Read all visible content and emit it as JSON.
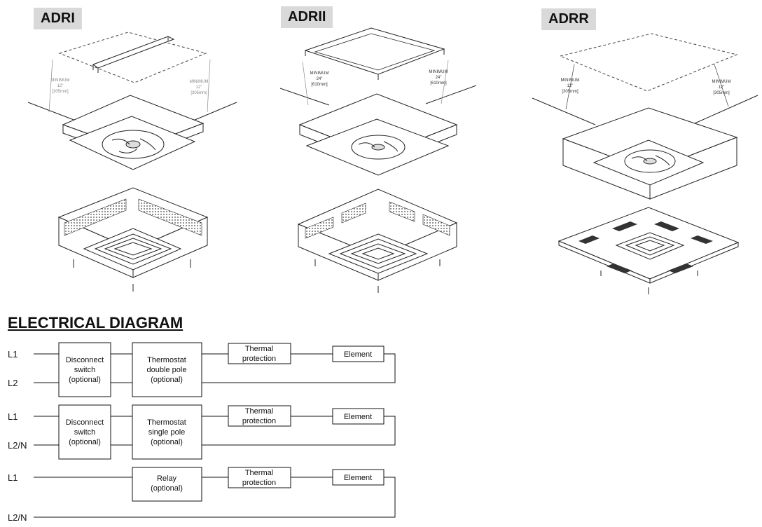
{
  "models": [
    {
      "name": "ADRI",
      "min_left": [
        "MINIMUM",
        "12\"",
        "[305mm]"
      ],
      "min_right": [
        "MINIMUM",
        "12\"",
        "[305mm]"
      ]
    },
    {
      "name": "ADRII",
      "min_left": [
        "MINIMUM",
        "24\"",
        "[610mm]"
      ],
      "min_right": [
        "MINIMUM",
        "24\"",
        "[610mm]"
      ]
    },
    {
      "name": "ADRR",
      "min_left": [
        "MINIMUM",
        "12\"",
        "[305mm]"
      ],
      "min_right": [
        "MINIMUM",
        "12\"",
        "[305mm]"
      ]
    }
  ],
  "electrical": {
    "title": "ELECTRICAL DIAGRAM",
    "rows": [
      {
        "line_top": "L1",
        "line_bottom": "L2",
        "disconnect": [
          "Disconnect",
          "switch",
          "(optional)"
        ],
        "control": [
          "Thermostat",
          "double pole",
          "(optional)"
        ],
        "thermal": [
          "Thermal",
          "protection"
        ],
        "element": "Element"
      },
      {
        "line_top": "L1",
        "line_bottom": "L2/N",
        "disconnect": [
          "Disconnect",
          "switch",
          "(optional)"
        ],
        "control": [
          "Thermostat",
          "single pole",
          "(optional)"
        ],
        "thermal": [
          "Thermal",
          "protection"
        ],
        "element": "Element"
      },
      {
        "line_top": "L1",
        "line_bottom": "L2/N",
        "control": [
          "Relay",
          "(optional)"
        ],
        "thermal": [
          "Thermal",
          "protection"
        ],
        "element": "Element"
      }
    ]
  }
}
